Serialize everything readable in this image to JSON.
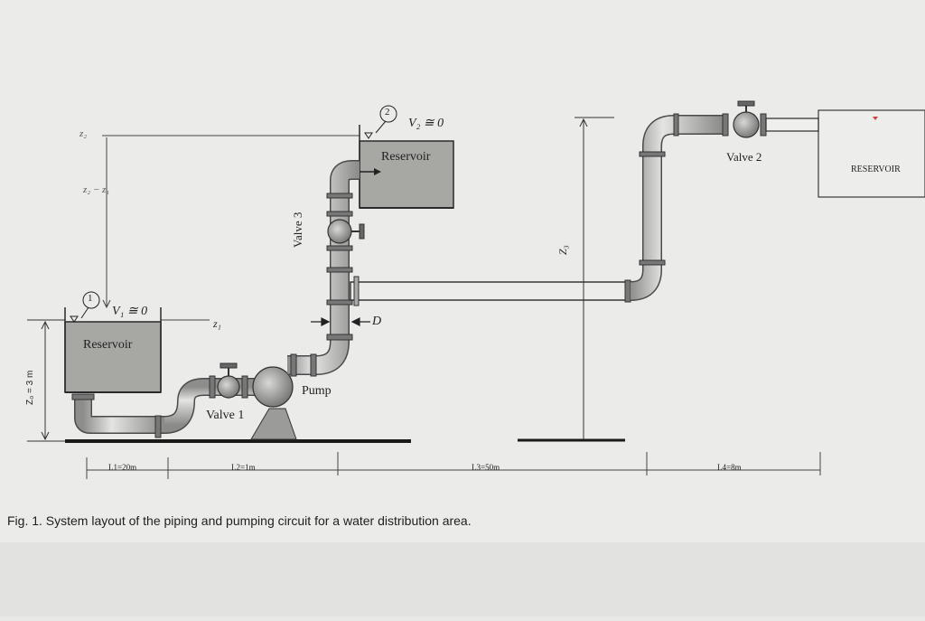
{
  "figure": {
    "caption": "Fig. 1. System layout of the piping and pumping circuit for a water distribution area.",
    "reservoir_left": {
      "label": "Reservoir",
      "point_number": "1",
      "velocity_label": "V₁ ≅ 0",
      "elevation_label": "z₁",
      "base_height_label": "Z₀ = 3 m"
    },
    "reservoir_upper": {
      "label": "Reservoir",
      "point_number": "2",
      "velocity_label": "V₂ ≅ 0",
      "elevation_label": "z₂",
      "head_difference_label": "z₂ − z₁"
    },
    "reservoir_right": {
      "label": "RESERVOIR",
      "height_label": "Z₃"
    },
    "valves": {
      "valve1": "Valve 1",
      "valve2": "Valve 2",
      "valve3": "Valve 3"
    },
    "pump_label": "Pump",
    "diameter_label": "D",
    "lengths": {
      "l1": "L1=20m",
      "l2": "L2=1m",
      "l3": "L3=50m",
      "l4": "L4=8m"
    }
  },
  "colors": {
    "background": "#e9e9e7",
    "water": "#a7a7a3",
    "pipe": "#c9c9c7",
    "pipe_edge": "#4a4a4a",
    "ground": "#1a1a1a"
  }
}
